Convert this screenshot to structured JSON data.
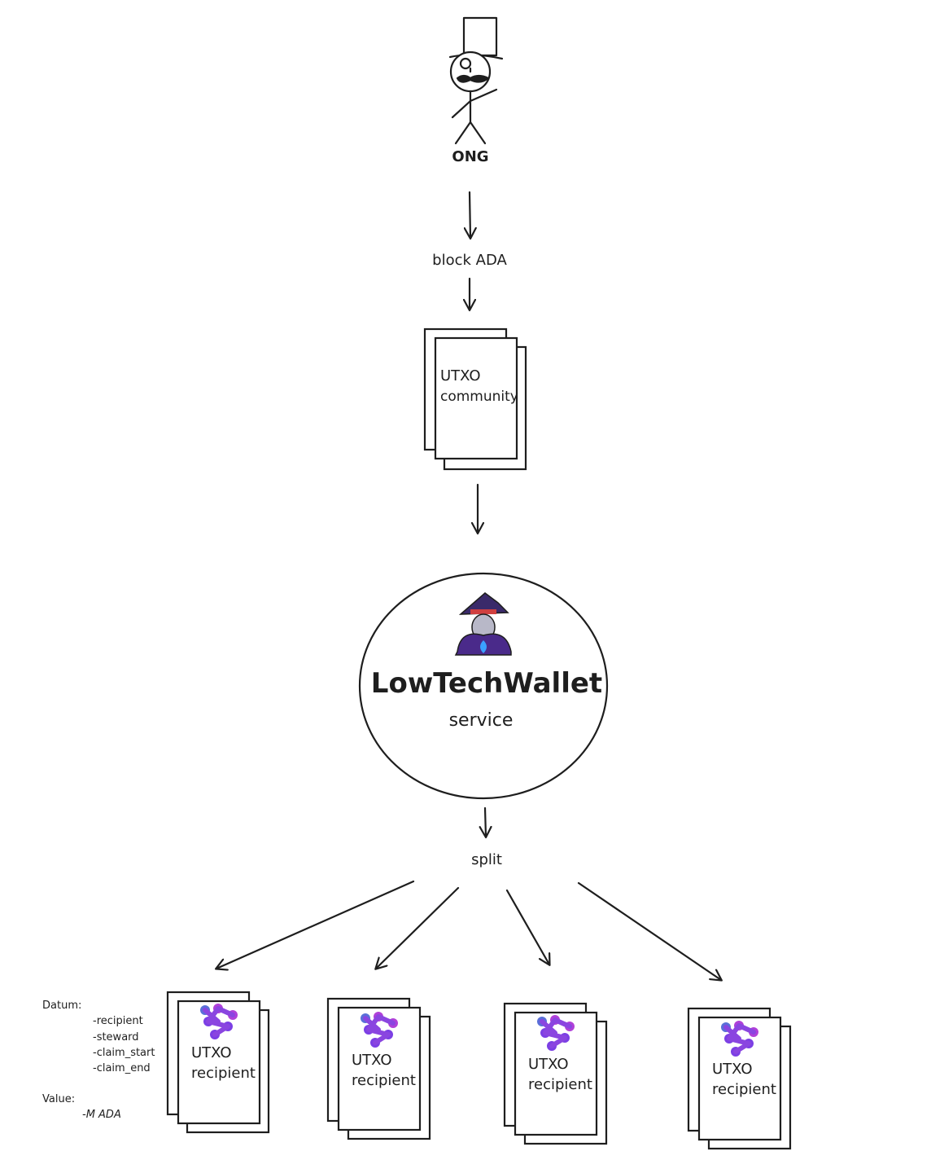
{
  "actor": {
    "label": "ONG"
  },
  "flow": {
    "block_label": "block ADA",
    "split_label": "split"
  },
  "community_utxo": {
    "line1": "UTXO",
    "line2": "community"
  },
  "service": {
    "title": "LowTechWallet",
    "subtitle": "service"
  },
  "recipients": [
    {
      "line1": "UTXO",
      "line2": "recipient"
    },
    {
      "line1": "UTXO",
      "line2": "recipient"
    },
    {
      "line1": "UTXO",
      "line2": "recipient"
    },
    {
      "line1": "UTXO",
      "line2": "recipient"
    }
  ],
  "datum_note": {
    "datum_title": "Datum:",
    "fields": [
      "-recipient",
      "-steward",
      "-claim_start",
      "-claim_end"
    ],
    "value_title": "Value:",
    "value": "-M ADA"
  },
  "colors": {
    "ink": "#1e1e1e",
    "logo_purple": "#7b3fe4",
    "logo_violet": "#b040d8",
    "logo_blue": "#5a6fd8",
    "wizard_hat": "#3a2a6a",
    "wizard_band": "#d04040",
    "wizard_flame": "#3aa0ff"
  }
}
